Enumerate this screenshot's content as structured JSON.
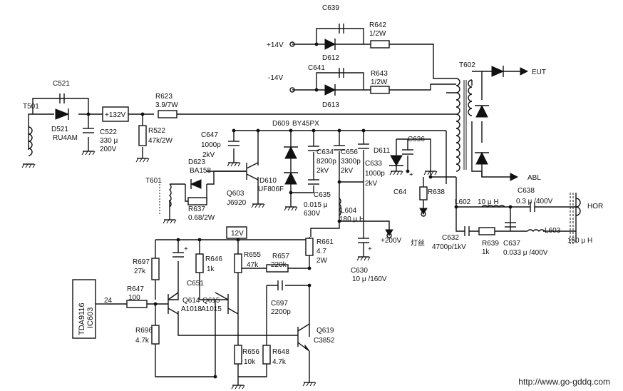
{
  "labels": {
    "C639": "C639",
    "R642": "R642",
    "R642_val": "1/2W",
    "p14v": "+14V",
    "D612": "D612",
    "T602": "T602",
    "n14v": "-14V",
    "C641": "C641",
    "R643": "R643",
    "R643_val": "1/2W",
    "D613": "D613",
    "EUT": "EUT",
    "C521": "C521",
    "T501": "T501",
    "D521": "D521",
    "D521_val": "RU4AM",
    "C522": "C522",
    "C522_v1": "330 μ",
    "C522_v2": "200V",
    "p132v": "+132V",
    "R623": "R623",
    "R623_val": "3.9/7W",
    "R522": "R522",
    "R522_val": "47k/2W",
    "C647": "C647",
    "C647_v1": "1000p",
    "C647_v2": "2kV",
    "D609": "D609",
    "D609_val": "BY45PX",
    "D623": "D623",
    "D623_val": "BA158",
    "C634": "C634",
    "C634_v1": "8200p",
    "C634_v2": "2kV",
    "C656": "C656",
    "C656_v1": "3300p",
    "C656_v2": "2kV",
    "D611": "D611",
    "C636": "C636",
    "C633": "C633",
    "C633_v1": "1000p",
    "C633_v2": "2kV",
    "ABL": "ABL",
    "T601": "T601",
    "D610": "D610",
    "D610_val": "UF806F",
    "C64": "C64",
    "R638": "R638",
    "C638": "C638",
    "C638_val": "0.3 μ /400V",
    "Q603": "Q603",
    "Q603_val": "J6920",
    "R637": "R637",
    "R637_val": "0.68/2W",
    "C635": "C635",
    "C635_v1": "0.015 μ",
    "C635_v2": "630V",
    "L602": "L602",
    "L602_val": "10 μ H",
    "HOR": "HOR",
    "L604": "L604",
    "L604_val": "180 μ H",
    "v12": "12V",
    "p200v": "+200V",
    "filament": "灯丝",
    "C632": "C632",
    "C632_val": "4700p/1kV",
    "R639": "R639",
    "R639_val": "1k",
    "C637": "C637",
    "C637_val": "0.033 μ /400V",
    "L603": "L603",
    "L603_val": "150 μ H",
    "R661": "R661",
    "R661_v1": "4.7",
    "R661_v2": "2W",
    "R697": "R697",
    "R697_val": "27k",
    "R646": "R646",
    "R646_val": "1k",
    "R655": "R655",
    "R655_val": "47k",
    "R657": "R657",
    "R657_val": "220k",
    "C651": "C651",
    "C630": "C630",
    "C630_val": "10 μ /160V",
    "R647": "R647",
    "R647_val": "100",
    "pin24": "24",
    "Q614": "Q614",
    "Q614_val": "A1018",
    "Q615": "Q615",
    "Q615_val": "A1015",
    "C697": "C697",
    "C697_val": "2200p",
    "IC_name": "TDA9116",
    "IC_ref": "IC603",
    "R696": "R696",
    "R696_val": "4.7k",
    "Q619": "Q619",
    "Q619_val": "C3852",
    "R656": "R656",
    "R656_val": "10k",
    "R648": "R648",
    "R648_val": "4.7k"
  },
  "footer": {
    "url": "http://www.go-gddq.com"
  }
}
